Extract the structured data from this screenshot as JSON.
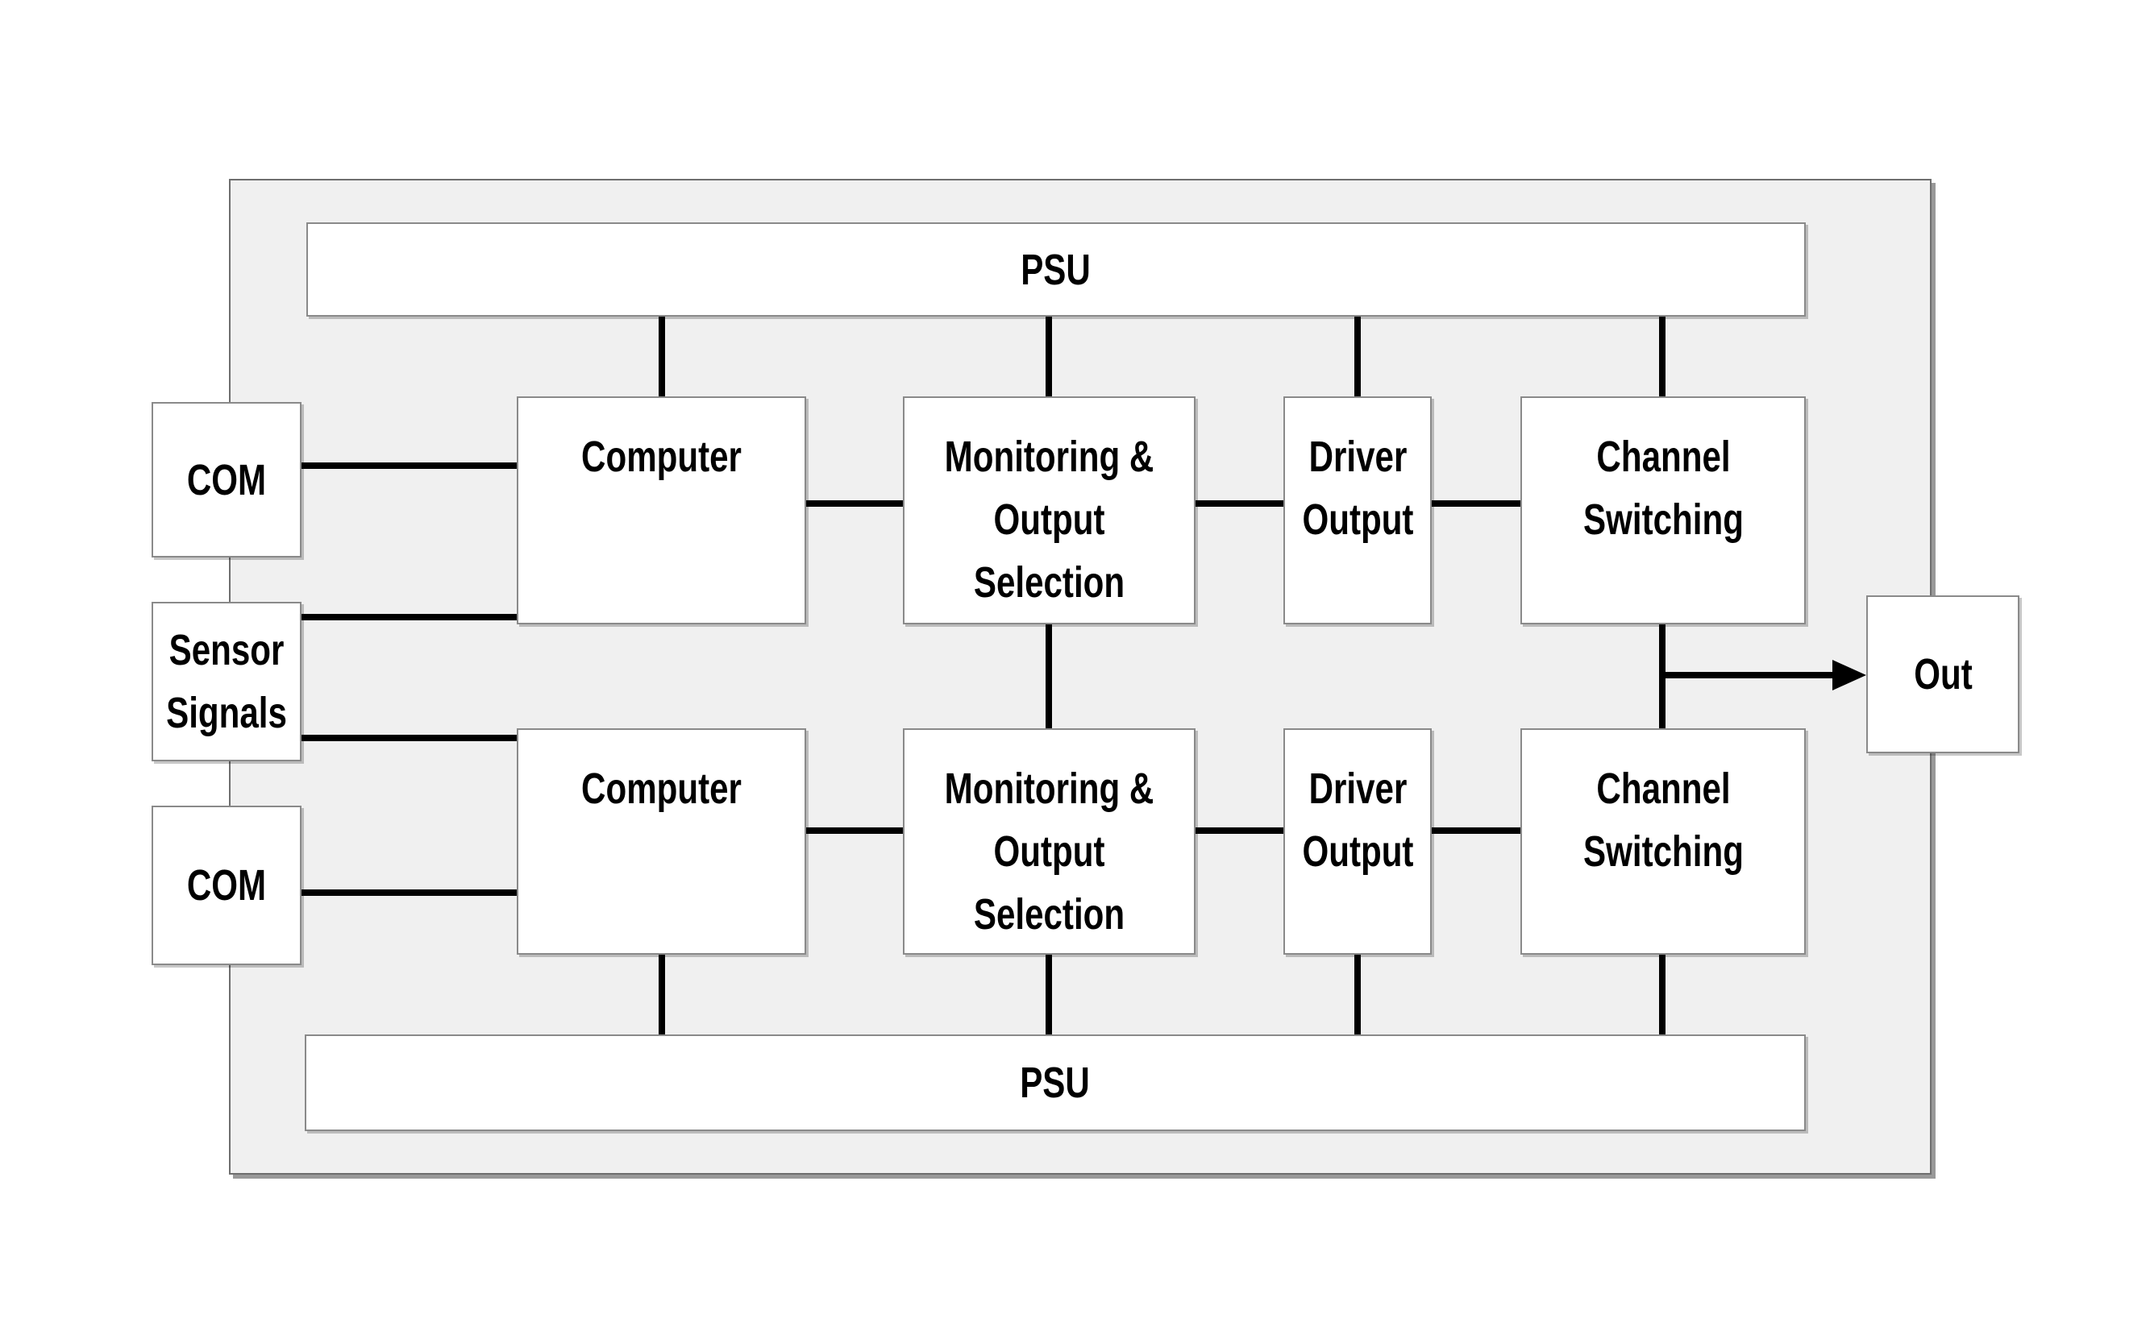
{
  "diagram": {
    "nodes": {
      "psu_top": "PSU",
      "psu_bottom": "PSU",
      "computer_1": "Computer",
      "computer_2": "Computer",
      "monitoring_1": "Monitoring &\nOutput Selection",
      "monitoring_2": "Monitoring &\nOutput Selection",
      "driver_1": "Driver\nOutput",
      "driver_2": "Driver\nOutput",
      "channel_1": "Channel\nSwitching",
      "channel_2": "Channel\nSwitching",
      "com_1": "COM",
      "com_2": "COM",
      "sensor_signals": "Sensor\nSignals",
      "out": "Out"
    },
    "colors": {
      "canvas_background": "#ffffff",
      "enclosure_fill": "#f0f0f0",
      "node_fill": "#ffffff",
      "node_border": "#8a8a8a",
      "enclosure_border": "#6e6e6e",
      "connector": "#000000",
      "text": "#000000"
    }
  }
}
